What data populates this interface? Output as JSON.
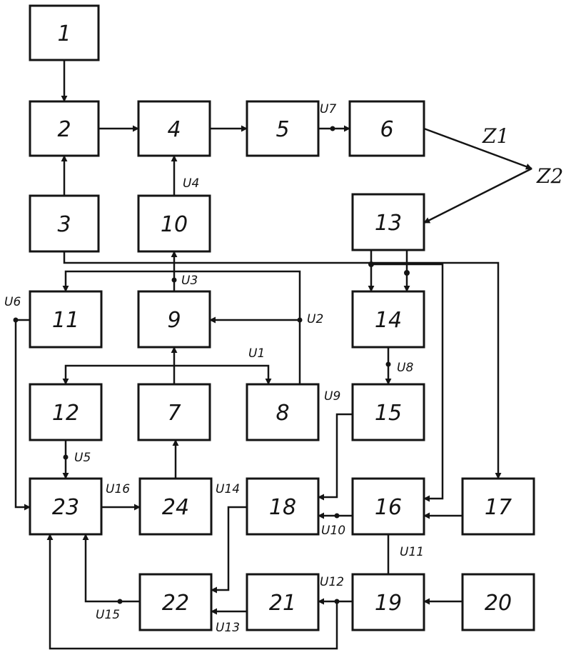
{
  "blocks": {
    "b1": "1",
    "b2": "2",
    "b3": "3",
    "b4": "4",
    "b5": "5",
    "b6": "6",
    "b7": "7",
    "b8": "8",
    "b9": "9",
    "b10": "10",
    "b11": "11",
    "b12": "12",
    "b13": "13",
    "b14": "14",
    "b15": "15",
    "b16": "16",
    "b17": "17",
    "b18": "18",
    "b19": "19",
    "b20": "20",
    "b21": "21",
    "b22": "22",
    "b23": "23",
    "b24": "24"
  },
  "signals": {
    "u1": "U1",
    "u2": "U2",
    "u3": "U3",
    "u4": "U4",
    "u5": "U5",
    "u6": "U6",
    "u7": "U7",
    "u8": "U8",
    "u9": "U9",
    "u10": "U10",
    "u11": "U11",
    "u12": "U12",
    "u13": "U13",
    "u14": "U14",
    "u15": "U15",
    "u16": "U16"
  },
  "targets": {
    "z1": "Z1",
    "z2": "Z2"
  }
}
